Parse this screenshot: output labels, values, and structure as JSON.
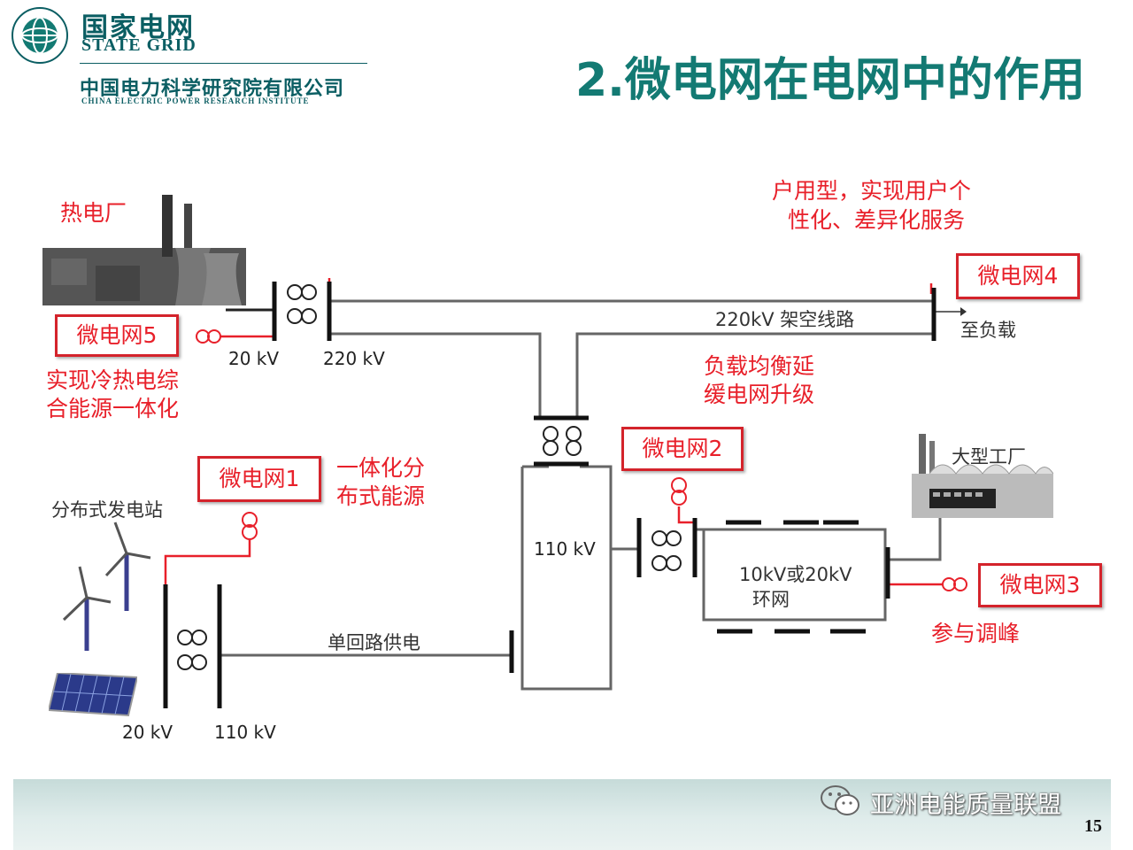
{
  "header": {
    "logo_cn": "国家电网",
    "logo_en": "STATE GRID",
    "institute_cn": "中国电力科学研究院有限公司",
    "institute_en": "CHINA ELECTRIC POWER RESEARCH INSTITUTE",
    "title": "2.微电网在电网中的作用"
  },
  "diagram": {
    "thermal_plant": "热电厂",
    "mg5": "微电网5",
    "mg5_note": [
      "实现冷热电综",
      "合能源一体化"
    ],
    "v20_top": "20 kV",
    "v220_top": "220 kV",
    "line_220": "220kV  架空线路",
    "to_load": "至负载",
    "mg4_note": [
      "户用型，实现用户个",
      "性化、差异化服务"
    ],
    "mg4": "微电网4",
    "balance_note": [
      "负载均衡延",
      "缓电网升级"
    ],
    "mg2": "微电网2",
    "big_factory": "大型工厂",
    "mg1": "微电网1",
    "mg1_note": [
      "一体化分",
      "布式能源"
    ],
    "dist_station": "分布式发电站",
    "v110_mid": "110 kV",
    "ring": [
      "10kV或20kV",
      "环网"
    ],
    "mg3": "微电网3",
    "peak_note": "参与调峰",
    "single_loop": "单回路供电",
    "v20_bottom": "20 kV",
    "v110_bottom": "110 kV"
  },
  "footer": {
    "wechat": "亚洲电能质量联盟",
    "page_number": "15"
  },
  "colors": {
    "brand": "#0b5e63",
    "title": "#137a73",
    "accent_red": "#e8202a"
  }
}
